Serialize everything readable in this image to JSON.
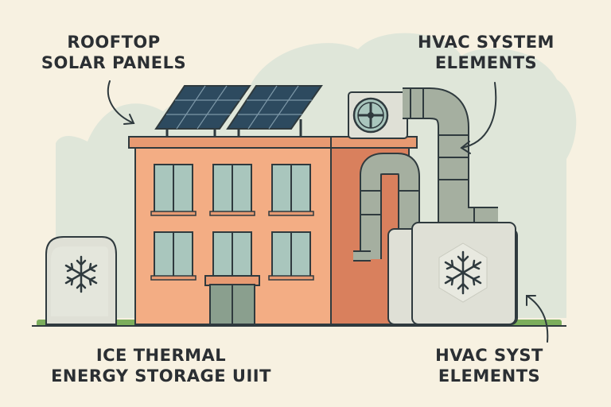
{
  "labels": {
    "solar": {
      "line1": "ROOFTOP",
      "line2": "SOLAR PANELS"
    },
    "hvac_top": {
      "line1": "HVAC SYSTEM",
      "line2": "ELEMENTS"
    },
    "ice": {
      "line1": "ICE THERMAL",
      "line2": "ENERGY STORAGE UIIT"
    },
    "hvac_bottom": {
      "line1": "HVAC SYST",
      "line2": "ELEMENTS"
    }
  },
  "colors": {
    "background": "#f7f1e1",
    "cloud": "#dfe6d9",
    "building_front": "#f3ad84",
    "building_side": "#d9805d",
    "roof": "#e79a72",
    "window_glass": "#a9c6bd",
    "solar_panel": "#2d4a5f",
    "duct": "#a5afa0",
    "storage_tank": "#dfe0d6",
    "grass": "#7cae5c",
    "outline": "#2f3a3e"
  },
  "icons": [
    "snowflake-icon",
    "fan-icon",
    "solar-panel-icon"
  ]
}
